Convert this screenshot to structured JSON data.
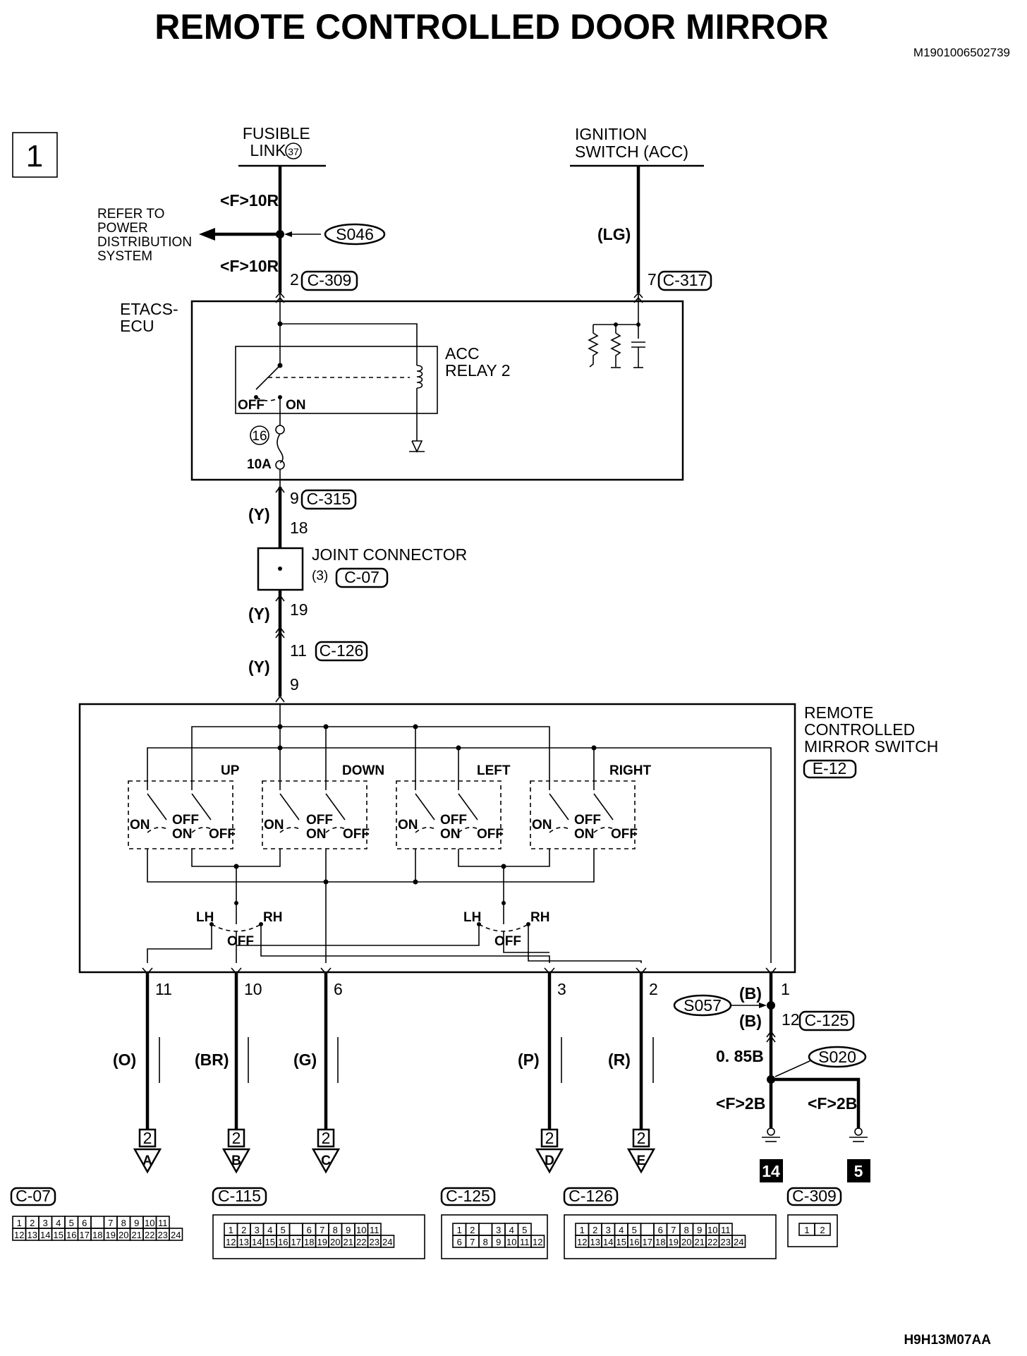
{
  "title": "REMOTE CONTROLLED DOOR MIRROR",
  "doc_code": "M1901006502739",
  "page_number": "1",
  "footer_code": "H9H13M07AA",
  "power": {
    "fusible_link": "FUSIBLE\nLINK",
    "fusible_link_num": "37",
    "ignition_switch": "IGNITION\nSWITCH (ACC)",
    "refer_to": "REFER TO\nPOWER\nDISTRIBUTION\nSYSTEM",
    "wire_upper": "<F>10R",
    "wire_lower": "<F>10R",
    "splice": "S046",
    "lg_wire": "(LG)"
  },
  "connectors": {
    "c309_pin": "2",
    "c309": "C-309",
    "c317_pin": "7",
    "c317": "C-317",
    "c315_pin": "9",
    "c315": "C-315",
    "c07_pin_in": "18",
    "c07_pin_out": "19",
    "c07_num": "(3)",
    "c07": "C-07",
    "c126_pin": "11",
    "c126": "C-126",
    "switch_pin": "9",
    "c125_pin": "12",
    "c125": "C-125",
    "e12": "E-12"
  },
  "etacs": {
    "label": "ETACS-\nECU",
    "relay": "ACC\nRELAY 2",
    "off": "OFF",
    "on": "ON",
    "fuse_num": "16",
    "fuse_rating": "10A"
  },
  "joint_connector": "JOINT CONNECTOR",
  "yellow_wire": "(Y)",
  "mirror_switch": {
    "label": "REMOTE\nCONTROLLED\nMIRROR SWITCH",
    "sections": [
      "UP",
      "DOWN",
      "LEFT",
      "RIGHT"
    ],
    "on": "ON",
    "off": "OFF",
    "lh": "LH",
    "rh": "RH"
  },
  "outputs": [
    {
      "pin": "11",
      "color": "(O)",
      "conn": "2",
      "dest": "A"
    },
    {
      "pin": "10",
      "color": "(BR)",
      "conn": "2",
      "dest": "B"
    },
    {
      "pin": "6",
      "color": "(G)",
      "conn": "2",
      "dest": "C"
    },
    {
      "pin": "3",
      "color": "(P)",
      "conn": "2",
      "dest": "D"
    },
    {
      "pin": "2",
      "color": "(R)",
      "conn": "2",
      "dest": "E"
    }
  ],
  "ground": {
    "pin": "1",
    "b_upper": "(B)",
    "b_lower": "(B)",
    "s057": "S057",
    "wire_085b": "0. 85B",
    "s020": "S020",
    "f2b_left": "<F>2B",
    "f2b_right": "<F>2B",
    "ground_left": "14",
    "ground_right": "5"
  },
  "connector_faces": [
    {
      "name": "C-07",
      "row1": [
        "1",
        "2",
        "3",
        "4",
        "5",
        "6",
        "",
        "7",
        "8",
        "9",
        "10",
        "11"
      ],
      "row2": [
        "12",
        "13",
        "14",
        "15",
        "16",
        "17",
        "18",
        "19",
        "20",
        "21",
        "22",
        "23",
        "24"
      ]
    },
    {
      "name": "C-115",
      "row1": [
        "1",
        "2",
        "3",
        "4",
        "5",
        "",
        "6",
        "7",
        "8",
        "9",
        "10",
        "11"
      ],
      "row2": [
        "12",
        "13",
        "14",
        "15",
        "16",
        "17",
        "18",
        "19",
        "20",
        "21",
        "22",
        "23",
        "24"
      ]
    },
    {
      "name": "C-125",
      "row1": [
        "1",
        "2",
        "",
        "3",
        "4",
        "5"
      ],
      "row2": [
        "6",
        "7",
        "8",
        "9",
        "10",
        "11",
        "12"
      ]
    },
    {
      "name": "C-126",
      "row1": [
        "1",
        "2",
        "3",
        "4",
        "5",
        "",
        "6",
        "7",
        "8",
        "9",
        "10",
        "11"
      ],
      "row2": [
        "12",
        "13",
        "14",
        "15",
        "16",
        "17",
        "18",
        "19",
        "20",
        "21",
        "22",
        "23",
        "24"
      ]
    },
    {
      "name": "C-309",
      "row1": [
        "1",
        "2"
      ],
      "row2": []
    }
  ]
}
